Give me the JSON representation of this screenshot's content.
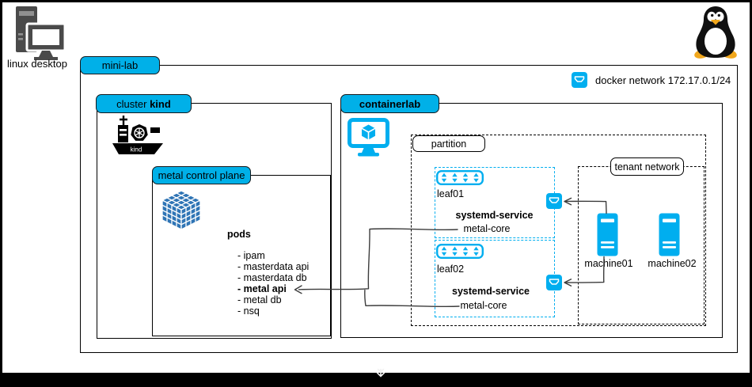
{
  "scene": {
    "desktop_label": "linux desktop",
    "docker_network": {
      "label": "docker network 172.17.0.1/24"
    },
    "minilab": {
      "label": "mini-lab"
    },
    "cluster": {
      "label_text": "cluster ",
      "label_bold": "kind",
      "ship_text": "kind"
    },
    "metal_control_plane": {
      "label": "metal control plane"
    },
    "pods": {
      "title": "pods",
      "items": [
        {
          "text": "- ipam"
        },
        {
          "text": "- masterdata api"
        },
        {
          "text": "- masterdata db"
        },
        {
          "text": "- metal api"
        },
        {
          "text": "- metal db"
        },
        {
          "text": "- nsq"
        }
      ]
    },
    "containerlab": {
      "label": "containerlab"
    },
    "partition": {
      "label": "partition"
    },
    "tenant_network": {
      "label": "tenant network"
    },
    "leaf01": {
      "name": "leaf01",
      "service_title": "systemd-service",
      "service_name": "metal-core"
    },
    "leaf02": {
      "name": "leaf02",
      "service_title": "systemd-service",
      "service_name": "metal-core"
    },
    "machine01": {
      "label": "machine01"
    },
    "machine02": {
      "label": "machine02"
    },
    "colors": {
      "cyan": "#00AEEF",
      "label_cyan": "#00B0E8",
      "cube_blue": "#2E74B5",
      "icon_gray": "#4A4A4A",
      "line": "#3C3C3C"
    },
    "icons": [
      "desktop-computer-icon",
      "tux-penguin-icon",
      "kind-ship-icon",
      "cube-icon",
      "monitor-cube-icon",
      "switch-icon",
      "container-network-icon",
      "server-icon",
      "down-arrow-icon"
    ]
  }
}
